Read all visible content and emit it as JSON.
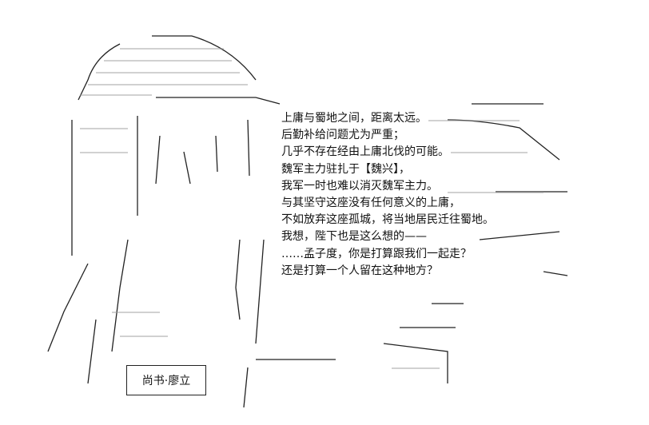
{
  "speaker": "尚书·廖立",
  "lines": [
    "上庸与蜀地之间，距离太远。",
    "后勤补给问题尤为严重；",
    "几乎不存在经由上庸北伐的可能。",
    "魏军主力驻扎于【魏兴】，",
    "我军一时也难以消灭魏军主力。",
    "与其坚守这座没有任何意义的上庸，",
    "不如放弃这座孤城，将当地居民迁往蜀地。",
    "我想，陛下也是这么想的——",
    "……孟子度，你是打算跟我们一起走？",
    "还是打算一个人留在这种地方？"
  ],
  "colors": {
    "ink": "#222222",
    "dots": "#9a9a9a",
    "background": "#ffffff"
  }
}
